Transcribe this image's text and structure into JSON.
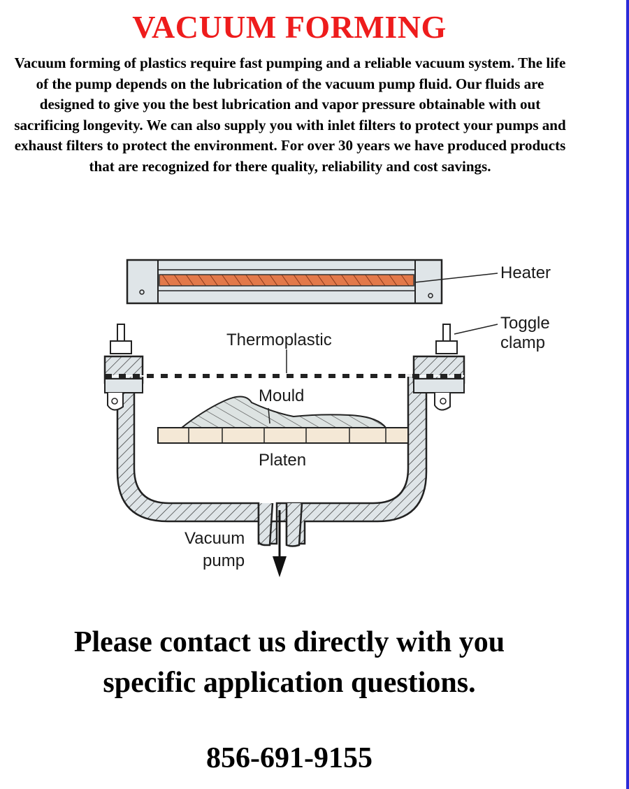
{
  "document": {
    "title": "VACUUM FORMING",
    "title_color": "#ee1c1c",
    "intro": "Vacuum forming of  plastics require fast pumping and a reliable vacuum system. The life of the pump depends on the lubrication of the vacuum pump fluid. Our fluids are designed to give you the best lubrication and vapor pressure obtainable with out sacrificing longevity. We can also supply you with inlet filters to protect your pumps and exhaust filters to protect the environment. For over 30 years we have produced products that are recognized for there quality, reliability and cost savings.",
    "contact_line_1": "Please contact us directly with you",
    "contact_line_2": "specific application questions.",
    "phone": "856-691-9155",
    "border_color": "#2b2bd8"
  },
  "diagram": {
    "labels": {
      "heater": "Heater",
      "toggle_line_1": "Toggle",
      "toggle_line_2": "clamp",
      "thermoplastic": "Thermoplastic",
      "mould": "Mould",
      "platen": "Platen",
      "vacuum_line_1": "Vacuum",
      "vacuum_line_2": "pump"
    },
    "heater_element_color": "#e2794a",
    "frame_fill_color": "#dfe5e8"
  }
}
